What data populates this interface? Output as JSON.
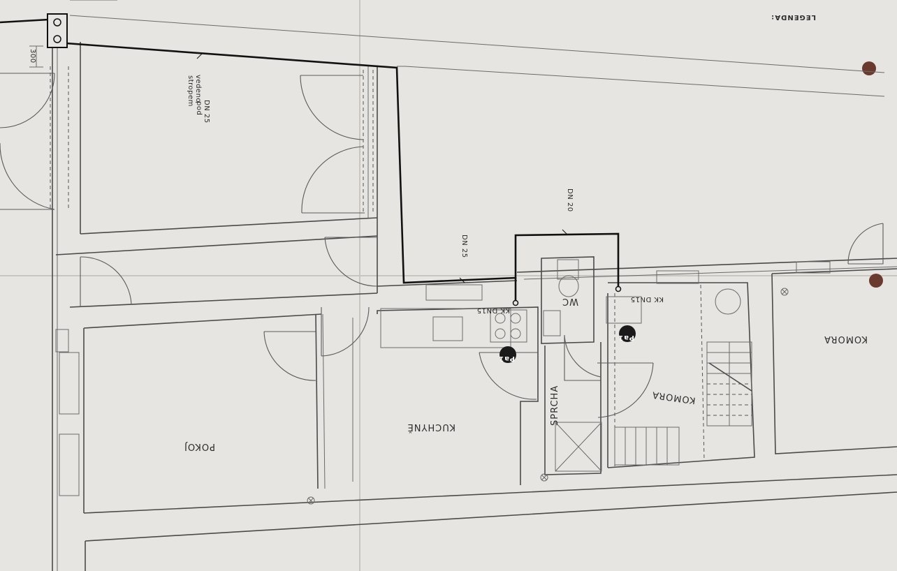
{
  "legend": "LEGENDA:",
  "rooms": {
    "pokoj": "POKOJ",
    "kuchyne": "KUCHYNĚ",
    "wc": "WC",
    "sprcha": "SPRCHA",
    "komora_1": "KOMORA",
    "komora_2": "KOMORA"
  },
  "pipes": {
    "dn25_main": "DN 25",
    "dn25_main_note_1": "vedeno",
    "dn25_main_note_2": "stropem",
    "dn25_main_note_3": "pod",
    "dn25_kitchen": "DN 25",
    "dn20": "DN 20",
    "kk_kitchen": "KK DN15",
    "kk_wc": "KK DN15"
  },
  "symbols": {
    "fixture_1": "Pa1",
    "fixture_2": "Pa1"
  },
  "dimension_label": "300"
}
